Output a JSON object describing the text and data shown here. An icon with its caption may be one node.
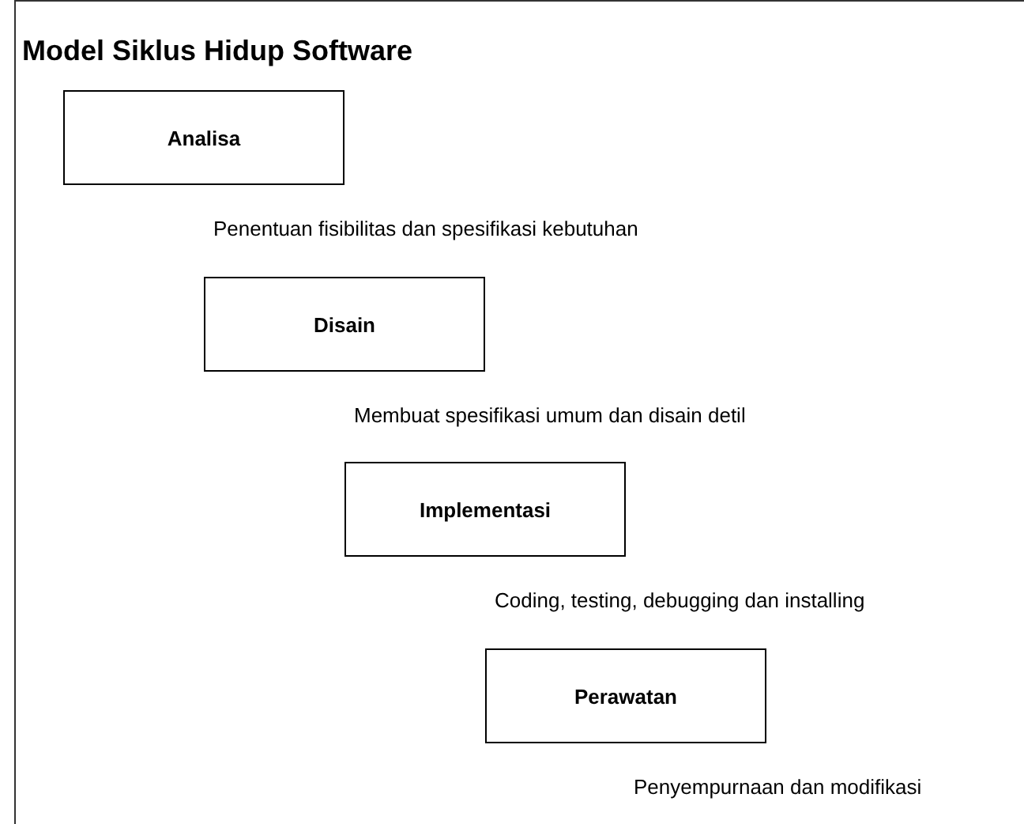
{
  "diagram": {
    "title": "Model Siklus Hidup Software",
    "nodes": [
      {
        "text": [
          "Analisa"
        ],
        "beside": [
          "Penentuan fisibilitas dan spesifikasi kebutuhan"
        ]
      },
      {
        "text": [
          "Disain"
        ],
        "beside": [
          "Membuat spesifikasi umum dan disain detil"
        ]
      },
      {
        "text": [
          "Implementasi"
        ],
        "beside": [
          "Coding, testing, debugging dan installing"
        ]
      },
      {
        "text": [
          "Perawatan"
        ],
        "beside": [
          "Penyempurnaan dan modifikasi"
        ]
      }
    ],
    "edges": []
  }
}
